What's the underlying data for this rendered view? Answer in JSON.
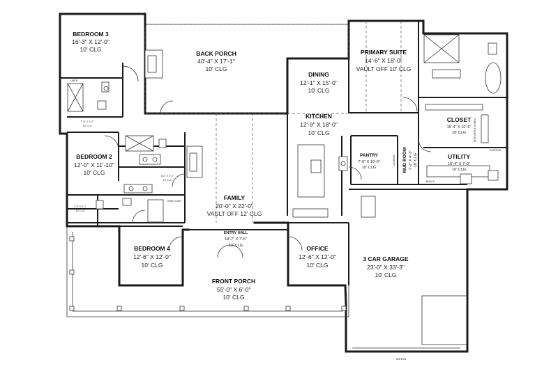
{
  "rooms": {
    "bedroom3": {
      "name": "BEDROOM 3",
      "dims": "16'-3\" X 12'-0\"",
      "clg": "10' CLG"
    },
    "back_porch": {
      "name": "BACK PORCH",
      "dims": "40'-4\" X 17'-1\"",
      "clg": "10' CLG"
    },
    "primary_suite": {
      "name": "PRIMARY SUITE",
      "dims": "14'-6\" X 18'-0\"",
      "clg": "VAULT OFF 10' CLG"
    },
    "dining": {
      "name": "DINING",
      "dims": "12'-1\" X 15'-0\"",
      "clg": "10' CLG"
    },
    "kitchen": {
      "name": "KITCHEN",
      "dims": "12'-9\" X 18'-0\"",
      "clg": "10' CLG"
    },
    "closet": {
      "name": "CLOSET",
      "dims": "15'-4\" X 10'-6\"",
      "clg": "10' CLG"
    },
    "utility": {
      "name": "UTILITY",
      "dims": "15'-4\" X 7'-0\"",
      "clg": "10' CLG"
    },
    "pantry": {
      "name": "PANTRY",
      "dims": "7'-0\" X 10'-0\"",
      "clg": "10' CLG"
    },
    "mud_room": {
      "name": "MUD ROOM",
      "dims": "7'-2\" X 4'-3\"",
      "clg": "10' CLG"
    },
    "bedroom2": {
      "name": "BEDROOM 2",
      "dims": "12'-0\" X 11'-10\"",
      "clg": "10' CLG"
    },
    "family": {
      "name": "FAMILY",
      "dims": "20'-0\" X 22'-0\"",
      "clg": "VAULT OFF 12' CLG"
    },
    "bedroom4": {
      "name": "BEDROOM 4",
      "dims": "12'-6\" X 12'-0\"",
      "clg": "10' CLG"
    },
    "entry_hall": {
      "name": "ENTRY HALL",
      "dims": "18'-7\" X 7'-6\"",
      "clg": "12' CLG"
    },
    "office": {
      "name": "OFFICE",
      "dims": "12'-6\" X 12'-0\"",
      "clg": "10' CLG"
    },
    "front_porch": {
      "name": "FRONT PORCH",
      "dims": "55'-0\" X 6'-0\"",
      "clg": "10' CLG"
    },
    "garage": {
      "name": "3 CAR GARAGE",
      "dims": "23'-0\" X 33'-3\"",
      "clg": "10' CLG"
    }
  },
  "small_spaces": {
    "closet_b3": {
      "dims": "7'-8\" X 4'-0\"",
      "clg": "10' CLG"
    },
    "closet_b2": {
      "dims": "6'-0\" X 5'-0\"",
      "clg": "10' CLG"
    },
    "closet_b4": {
      "dims": "7'-0\" X 5'-7\"",
      "clg": "10' CLG"
    }
  },
  "notes": {
    "linen": "LINEN",
    "linen_cart": "LINEN CART",
    "lockers": "LOCKERS",
    "dresser": "DRESSER & SHOES",
    "hanging": "HANGING",
    "awning": "AWNING",
    "bench": "BENCH"
  }
}
